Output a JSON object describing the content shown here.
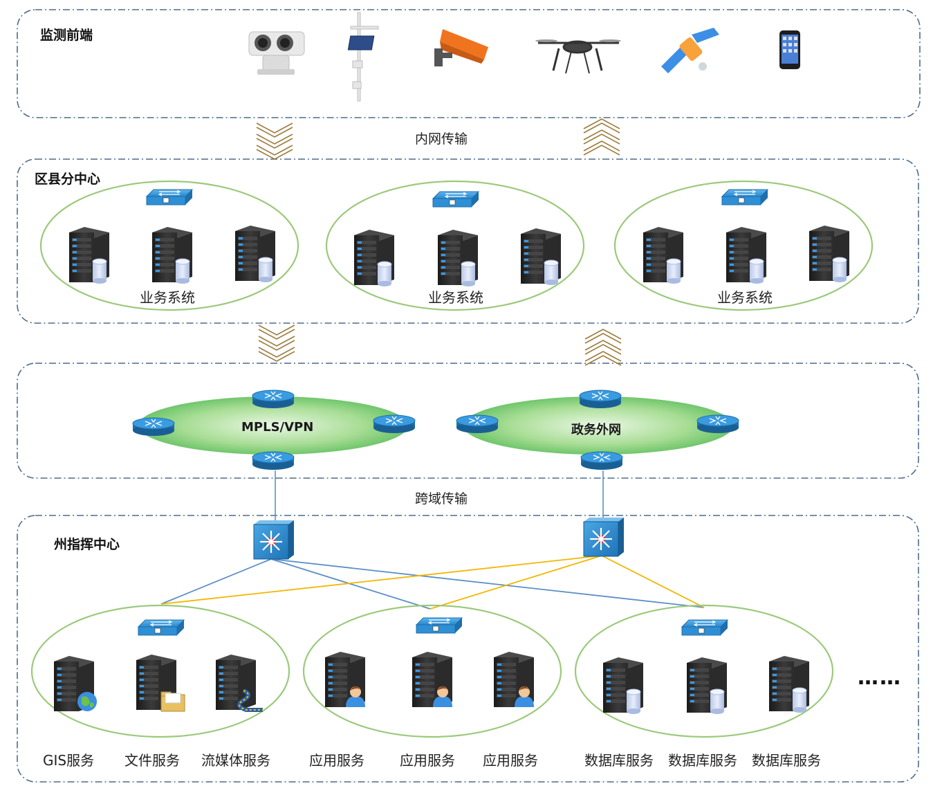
{
  "sections": {
    "front_end": {
      "title": "监测前端"
    },
    "district": {
      "title": "区县分中心",
      "group_label": "业务系统"
    },
    "command": {
      "title": "州指挥中心"
    }
  },
  "transfer": {
    "intranet": "内网传输",
    "cross_domain": "跨域传输"
  },
  "networks": {
    "mpls": "MPLS/VPN",
    "gov": "政务外网"
  },
  "command_services": [
    "GIS服务",
    "文件服务",
    "流媒体服务",
    "应用服务",
    "应用服务",
    "应用服务",
    "数据库服务",
    "数据库服务",
    "数据库服务"
  ],
  "more": "……",
  "front_devices": [
    "thermal-camera-icon",
    "weather-station-icon",
    "surveillance-camera-icon",
    "drone-icon",
    "satellite-icon",
    "smartphone-icon"
  ],
  "colors": {
    "border": "#4d6a8a",
    "ellipse": "#9cc97a",
    "arrow": "#9c7a3a",
    "link_blue": "#5b8fc7",
    "link_yellow": "#f2b600",
    "switch": "#2f8fd4",
    "cloud": "#6fcf73"
  }
}
